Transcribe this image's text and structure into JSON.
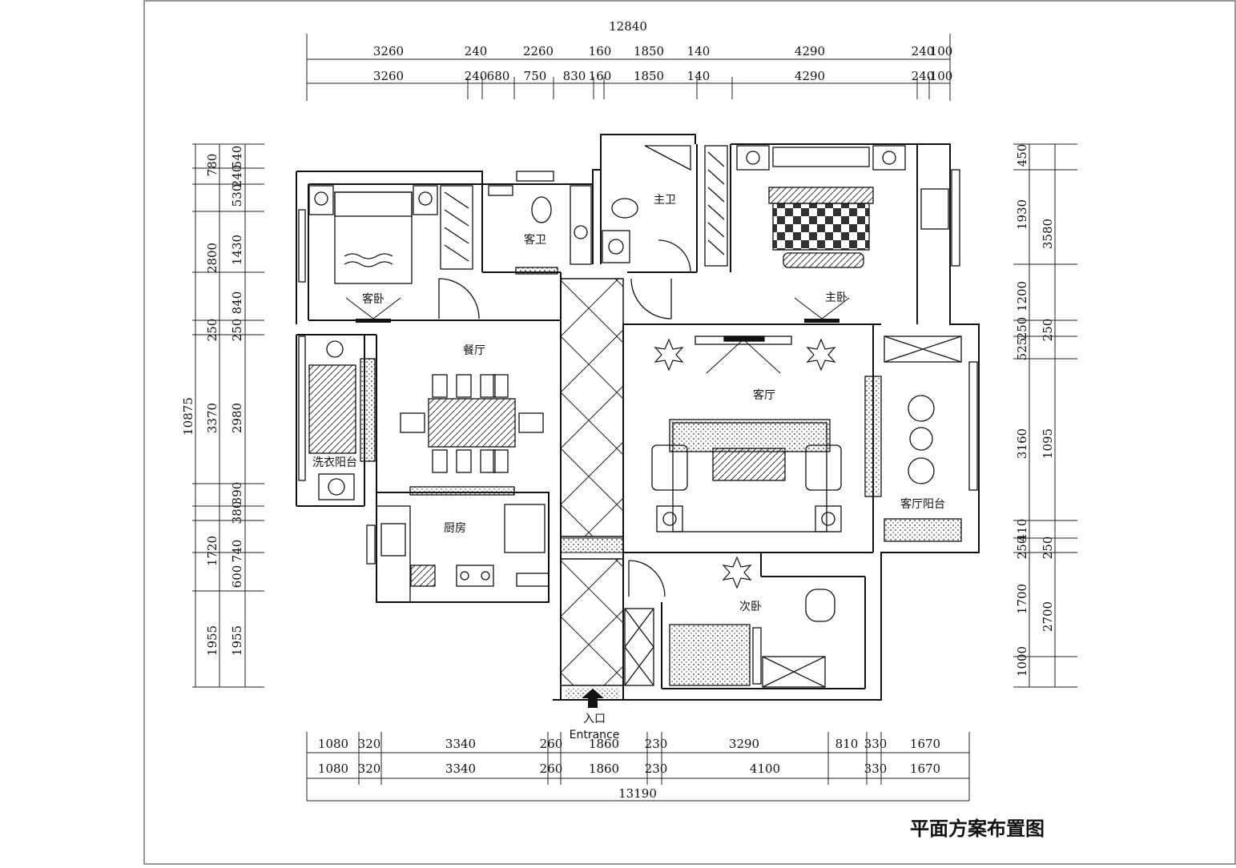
{
  "title": "平面方案布置图",
  "entrance": {
    "cn": "入口",
    "en": "Entrance"
  },
  "rooms": {
    "guest_bedroom": "客卧",
    "guest_bath": "客卫",
    "master_bath": "主卫",
    "master_bedroom": "主卧",
    "dining": "餐厅",
    "living": "客厅",
    "laundry_balcony": "洗衣阳台",
    "living_balcony": "客厅阳台",
    "kitchen": "厨房",
    "second_bedroom": "次卧"
  },
  "dimensions": {
    "top_total": "12840",
    "top_row1": [
      "3260",
      "240",
      "2260",
      "160",
      "1850",
      "140",
      "4290",
      "240",
      "100"
    ],
    "top_row2": [
      "3260",
      "240",
      "680",
      "750",
      "830",
      "160",
      "1850",
      "140",
      "4290",
      "240",
      "100"
    ],
    "bottom_row1": [
      "1080",
      "320",
      "3340",
      "260",
      "1860",
      "230",
      "3290",
      "810",
      "330",
      "1670"
    ],
    "bottom_row2": [
      "1080",
      "320",
      "3340",
      "260",
      "1860",
      "230",
      "4100",
      "330",
      "1670"
    ],
    "bottom_total": "13190",
    "left_total": "10875",
    "left_outer": [
      "780",
      "2800",
      "250",
      "3370",
      "1720",
      "1955"
    ],
    "left_inner": [
      "540",
      "240",
      "530",
      "1430",
      "840",
      "250",
      "2980",
      "390",
      "380",
      "740",
      "600",
      "1955"
    ],
    "right_inner": [
      "450",
      "1930",
      "1200",
      "250",
      "525",
      "3160",
      "410",
      "250",
      "1700",
      "1000"
    ],
    "right_outer": [
      "3580",
      "250",
      "1095",
      "250",
      "2700"
    ]
  }
}
